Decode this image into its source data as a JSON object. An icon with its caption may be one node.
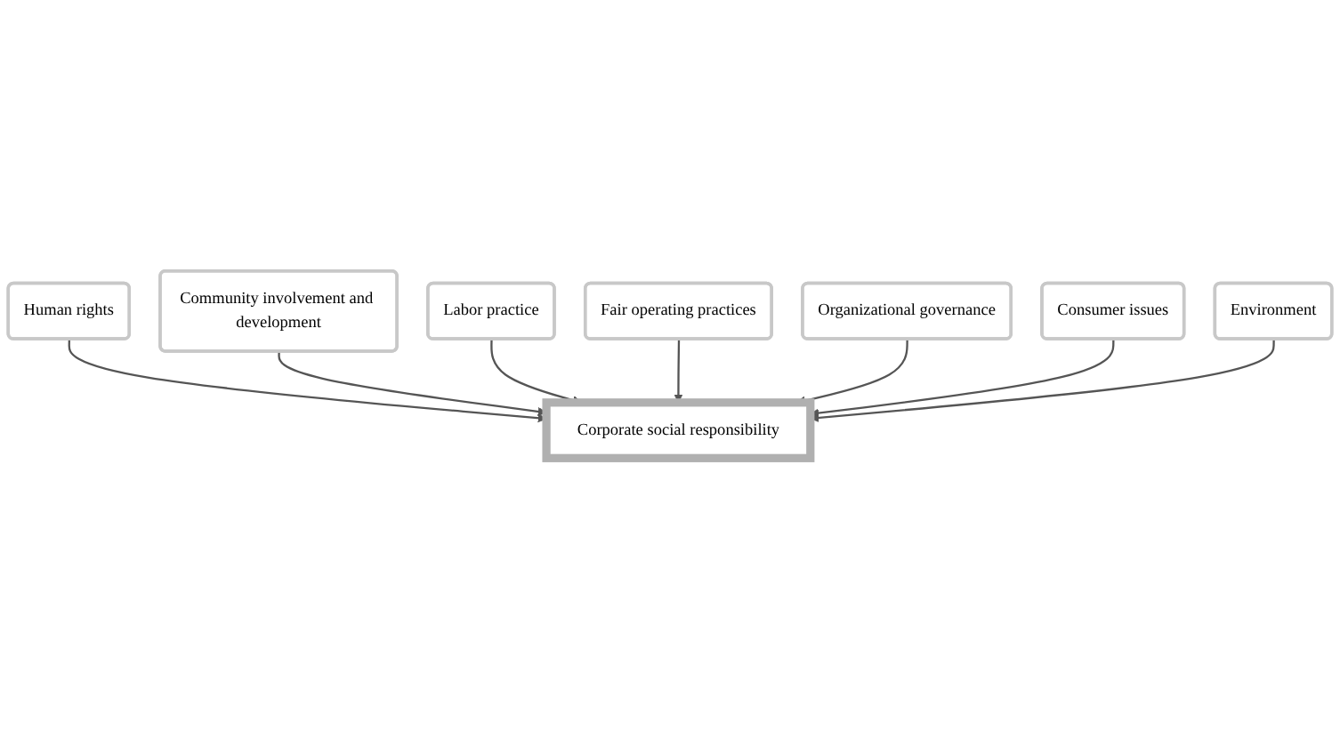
{
  "diagram": {
    "nodes": [
      {
        "text": [
          "Human rights"
        ]
      },
      {
        "text": [
          "Community involvement and development"
        ]
      },
      {
        "text": [
          "Labor practice"
        ]
      },
      {
        "text": [
          "Fair operating practices"
        ]
      },
      {
        "text": [
          "Corporate social responsibility"
        ]
      },
      {
        "text": [
          "Organizational governance"
        ]
      },
      {
        "text": [
          "Consumer issues"
        ]
      },
      {
        "text": [
          "Environment"
        ]
      }
    ],
    "edges": [
      {
        "from": 0,
        "to": 4,
        "arrow": "to"
      },
      {
        "from": 1,
        "to": 4,
        "arrow": "to"
      },
      {
        "from": 2,
        "to": 4,
        "arrow": "to"
      },
      {
        "from": 3,
        "to": 4,
        "arrow": "to"
      },
      {
        "from": 5,
        "to": 4,
        "arrow": "to"
      },
      {
        "from": 6,
        "to": 4,
        "arrow": "to"
      },
      {
        "from": 7,
        "to": 4,
        "arrow": "to"
      }
    ]
  }
}
